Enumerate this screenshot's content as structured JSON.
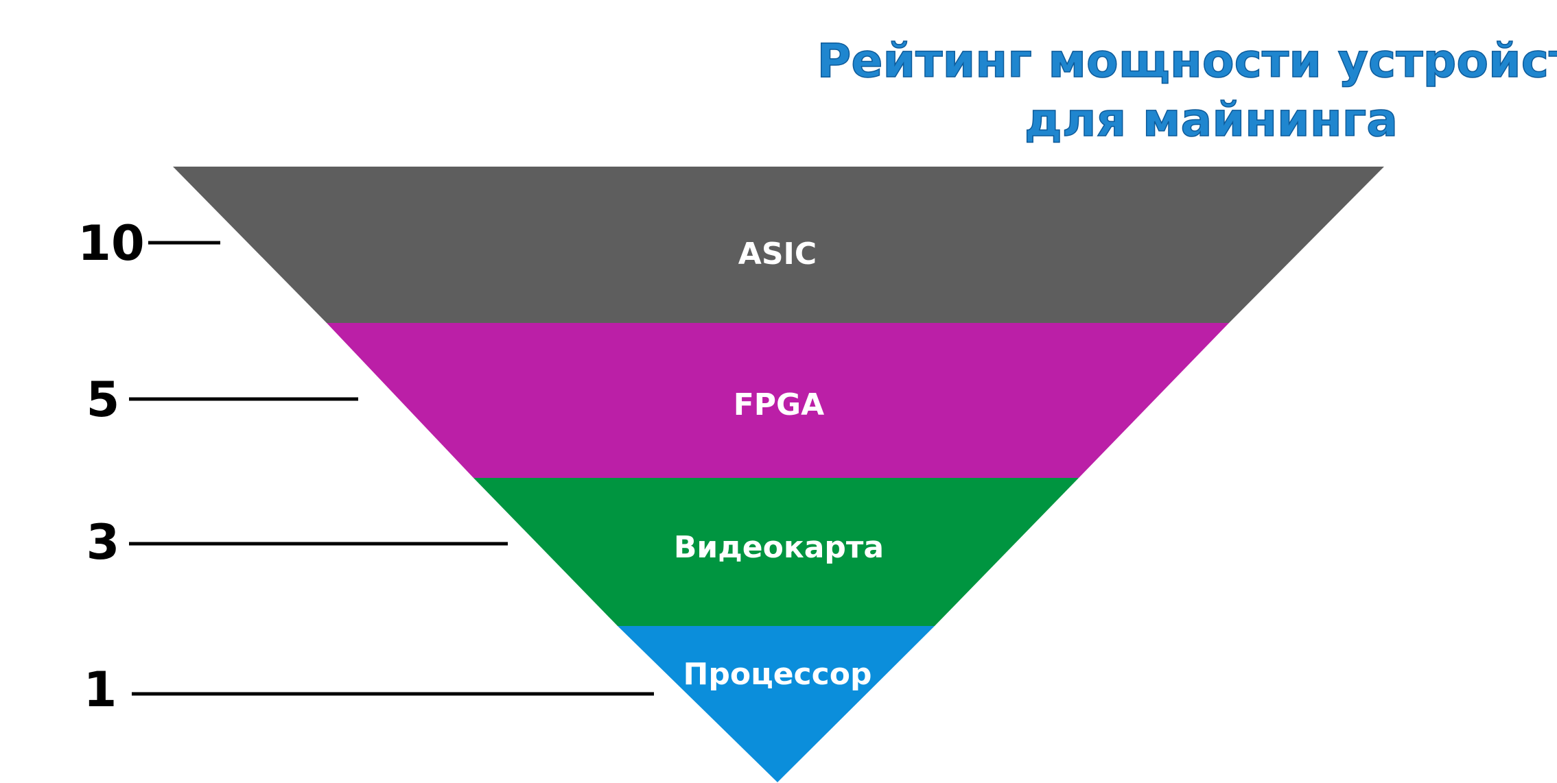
{
  "title": {
    "line1": "Рейтинг мощности устройств",
    "line2": "для майнинга",
    "color": "#1f86cf"
  },
  "tiers": [
    {
      "label": "ASIC",
      "score": "10",
      "color": "#5e5e5e"
    },
    {
      "label": "FPGA",
      "score": "5",
      "color": "#bb1fa7"
    },
    {
      "label": "Видеокарта",
      "score": "3",
      "color": "#009540"
    },
    {
      "label": "Процессор",
      "score": "1",
      "color": "#0b8edb"
    }
  ]
}
